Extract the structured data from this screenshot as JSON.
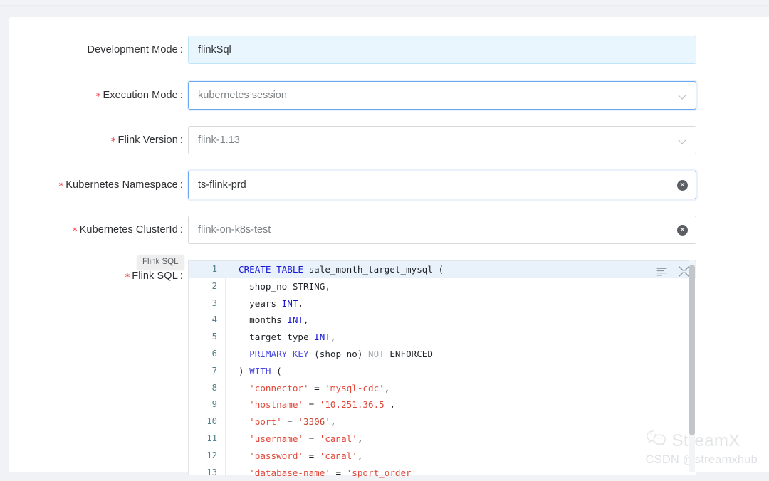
{
  "form": {
    "rows": [
      {
        "label": "Development Mode",
        "required": false,
        "value": "flinkSql",
        "control": "readonly-text"
      },
      {
        "label": "Execution Mode",
        "required": true,
        "value": "kubernetes session",
        "control": "select-focused",
        "icon": "chevron-down-icon"
      },
      {
        "label": "Flink Version",
        "required": true,
        "value": "flink-1.13",
        "control": "select",
        "icon": "chevron-down-icon"
      },
      {
        "label": "Kubernetes Namespace",
        "required": true,
        "value": "ts-flink-prd",
        "control": "input-focused",
        "icon": "clear-icon"
      },
      {
        "label": "Kubernetes ClusterId",
        "required": true,
        "value": "flink-on-k8s-test",
        "control": "input",
        "icon": "clear-icon"
      },
      {
        "label": "Flink SQL",
        "required": true,
        "value": "",
        "control": "code-editor"
      }
    ],
    "required_marker": "*",
    "colon": ":"
  },
  "tooltip": {
    "text": "Flink SQL"
  },
  "editor": {
    "toolbar": [
      {
        "name": "format-lines-icon",
        "title": "Format"
      },
      {
        "name": "fullscreen-compress-icon",
        "title": "Toggle fullscreen"
      }
    ],
    "active_line": 1,
    "lines": [
      {
        "n": 1,
        "tokens": [
          {
            "t": "CREATE TABLE ",
            "c": "kw"
          },
          {
            "t": "sale_month_target_mysql (",
            "c": "plain"
          }
        ]
      },
      {
        "n": 2,
        "tokens": [
          {
            "t": "  shop_no ",
            "c": "plain"
          },
          {
            "t": "STRING",
            "c": "plain"
          },
          {
            "t": ",",
            "c": "plain"
          }
        ]
      },
      {
        "n": 3,
        "tokens": [
          {
            "t": "  years ",
            "c": "plain"
          },
          {
            "t": "INT",
            "c": "kw"
          },
          {
            "t": ",",
            "c": "plain"
          }
        ]
      },
      {
        "n": 4,
        "tokens": [
          {
            "t": "  months ",
            "c": "plain"
          },
          {
            "t": "INT",
            "c": "kw"
          },
          {
            "t": ",",
            "c": "plain"
          }
        ]
      },
      {
        "n": 5,
        "tokens": [
          {
            "t": "  target_type ",
            "c": "plain"
          },
          {
            "t": "INT",
            "c": "kw"
          },
          {
            "t": ",",
            "c": "plain"
          }
        ]
      },
      {
        "n": 6,
        "tokens": [
          {
            "t": "  PRIMARY KEY",
            "c": "kw2"
          },
          {
            "t": " (shop_no) ",
            "c": "plain"
          },
          {
            "t": "NOT",
            "c": "gray"
          },
          {
            "t": " ENFORCED",
            "c": "plain"
          }
        ]
      },
      {
        "n": 7,
        "tokens": [
          {
            "t": ") ",
            "c": "plain"
          },
          {
            "t": "WITH",
            "c": "kw2"
          },
          {
            "t": " (",
            "c": "plain"
          }
        ]
      },
      {
        "n": 8,
        "tokens": [
          {
            "t": "  ",
            "c": "plain"
          },
          {
            "t": "'connector'",
            "c": "str"
          },
          {
            "t": " = ",
            "c": "plain"
          },
          {
            "t": "'mysql-cdc'",
            "c": "str"
          },
          {
            "t": ",",
            "c": "plain"
          }
        ]
      },
      {
        "n": 9,
        "tokens": [
          {
            "t": "  ",
            "c": "plain"
          },
          {
            "t": "'hostname'",
            "c": "str"
          },
          {
            "t": " = ",
            "c": "plain"
          },
          {
            "t": "'10.251.36.5'",
            "c": "str"
          },
          {
            "t": ",",
            "c": "plain"
          }
        ]
      },
      {
        "n": 10,
        "tokens": [
          {
            "t": "  ",
            "c": "plain"
          },
          {
            "t": "'port'",
            "c": "str"
          },
          {
            "t": " = ",
            "c": "plain"
          },
          {
            "t": "'3306'",
            "c": "num"
          },
          {
            "t": ",",
            "c": "plain"
          }
        ]
      },
      {
        "n": 11,
        "tokens": [
          {
            "t": "  ",
            "c": "plain"
          },
          {
            "t": "'username'",
            "c": "str"
          },
          {
            "t": " = ",
            "c": "plain"
          },
          {
            "t": "'canal'",
            "c": "str"
          },
          {
            "t": ",",
            "c": "plain"
          }
        ]
      },
      {
        "n": 12,
        "tokens": [
          {
            "t": "  ",
            "c": "plain"
          },
          {
            "t": "'password'",
            "c": "str"
          },
          {
            "t": " = ",
            "c": "plain"
          },
          {
            "t": "'canal'",
            "c": "str"
          },
          {
            "t": ",",
            "c": "plain"
          }
        ]
      },
      {
        "n": 13,
        "tokens": [
          {
            "t": "  ",
            "c": "plain"
          },
          {
            "t": "'database-name'",
            "c": "str"
          },
          {
            "t": " = ",
            "c": "plain"
          },
          {
            "t": "'sport_order'",
            "c": "str"
          }
        ]
      }
    ]
  },
  "watermark": {
    "brand": "StreamX",
    "handle": "CSDN @streamxhub",
    "icon": "wechat-icon"
  },
  "colors": {
    "required_star": "#f5222d",
    "focus_border": "#6aa9f0",
    "readonly_bg": "#eaf6fe",
    "keyword": "#1717d6",
    "string": "#e0483a",
    "active_line": "#e9f2fb"
  }
}
